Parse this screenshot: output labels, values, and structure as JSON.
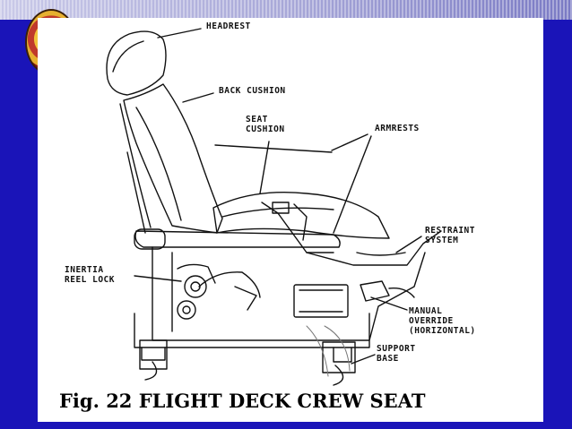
{
  "figure": {
    "caption": "Fig. 22  FLIGHT DECK CREW SEAT",
    "labels": {
      "headrest": "HEADREST",
      "back_cushion": "BACK CUSHION",
      "seat_cushion": "SEAT\nCUSHION",
      "armrests": "ARMRESTS",
      "restraint_system": "RESTRAINT\nSYSTEM",
      "inertia_reel_lock": "INERTIA\nREEL LOCK",
      "manual_override": "MANUAL\nOVERRIDE\n(HORIZONTAL)",
      "support_base": "SUPPORT\nBASE"
    }
  },
  "slide": {
    "colors": {
      "background": "#1a14b8",
      "panel": "#ffffff",
      "line": "#111111"
    },
    "logo": "university-seal"
  }
}
